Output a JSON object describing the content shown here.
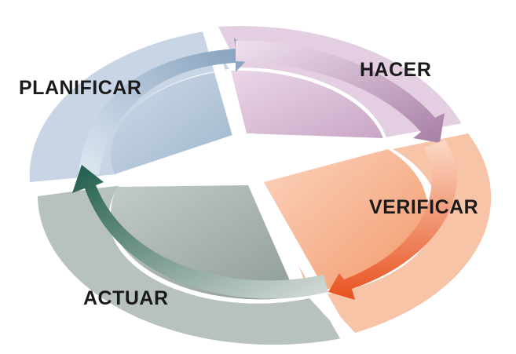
{
  "phases": {
    "plan": {
      "label": "PLANIFICAR",
      "color": "#a9bfd6",
      "arrow_color": "#8ba7c3"
    },
    "do": {
      "label": "HACER",
      "color": "#d4b6d2",
      "arrow_color": "#b994b7"
    },
    "check": {
      "label": "VERIFICAR",
      "color": "#f6b28f",
      "arrow_color": "#ee6b3a"
    },
    "act": {
      "label": "ACTUAR",
      "color": "#a5b0ab",
      "arrow_color": "#2f6d5c"
    }
  }
}
